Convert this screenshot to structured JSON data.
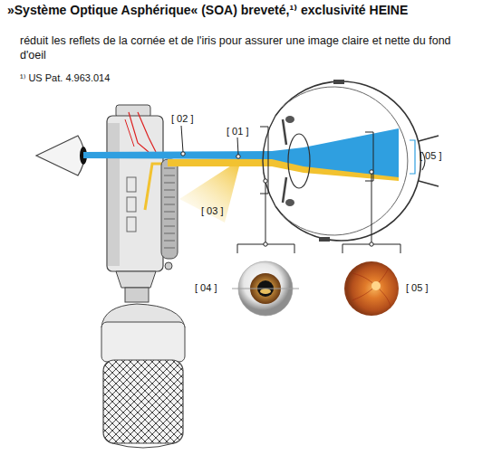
{
  "diagram": {
    "title": "»Système Optique Asphérique« (SOA) breveté,¹⁾ exclusivité HEINE",
    "nodes": [
      {
        "text": [
          "[ 04 ]"
        ]
      },
      {
        "text": [
          "[ 05 ]"
        ]
      }
    ],
    "labels": [
      "réduit les reflets de la cornée et de l'iris pour assurer une image claire et nette du fond d'oeil",
      "¹⁾ US Pat. 4.963.014",
      "[ 02 ]",
      "[ 01 ]",
      "[ 03 ]",
      "[ 05 ]"
    ]
  }
}
